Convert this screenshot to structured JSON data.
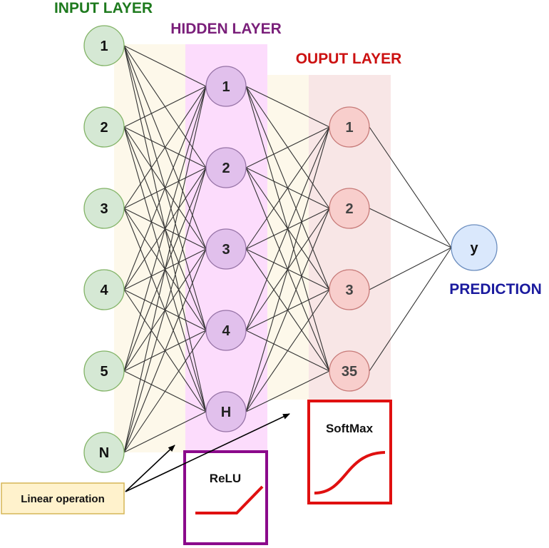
{
  "layers": {
    "input": {
      "title": "INPUT LAYER",
      "color": "#1e7a1e",
      "nodes": [
        "1",
        "2",
        "3",
        "4",
        "5",
        "N"
      ]
    },
    "hidden": {
      "title": "HIDDEN LAYER",
      "color": "#7a1f7a",
      "nodes": [
        "1",
        "2",
        "3",
        "4",
        "H"
      ]
    },
    "output": {
      "title": "OUPUT LAYER",
      "color": "#cc1111",
      "nodes": [
        "1",
        "2",
        "3",
        "35"
      ]
    },
    "prediction": {
      "title": "PREDICTION",
      "color": "#1a1a9e",
      "node": "y"
    }
  },
  "activations": {
    "relu": {
      "label": "ReLU",
      "border_color": "#8b0a8b"
    },
    "softmax": {
      "label": "SoftMax",
      "border_color": "#e01010"
    }
  },
  "note": {
    "label": "Linear operation"
  },
  "colors": {
    "input_fill": "#d5e8d4",
    "input_stroke": "#82b366",
    "hidden_fill": "#e1c0ec",
    "hidden_stroke": "#9673a6",
    "output_fill": "#f8cecc",
    "output_stroke": "#c77a78",
    "prediction_fill": "#dae8fc",
    "prediction_stroke": "#6c8ebf",
    "hidden_band": "#fcdcfc",
    "output_band": "#f8e6e6",
    "linear_band": "#fdf8ea",
    "curve": "#e01010",
    "note_fill": "#fff2cc",
    "note_stroke": "#d6b656"
  }
}
